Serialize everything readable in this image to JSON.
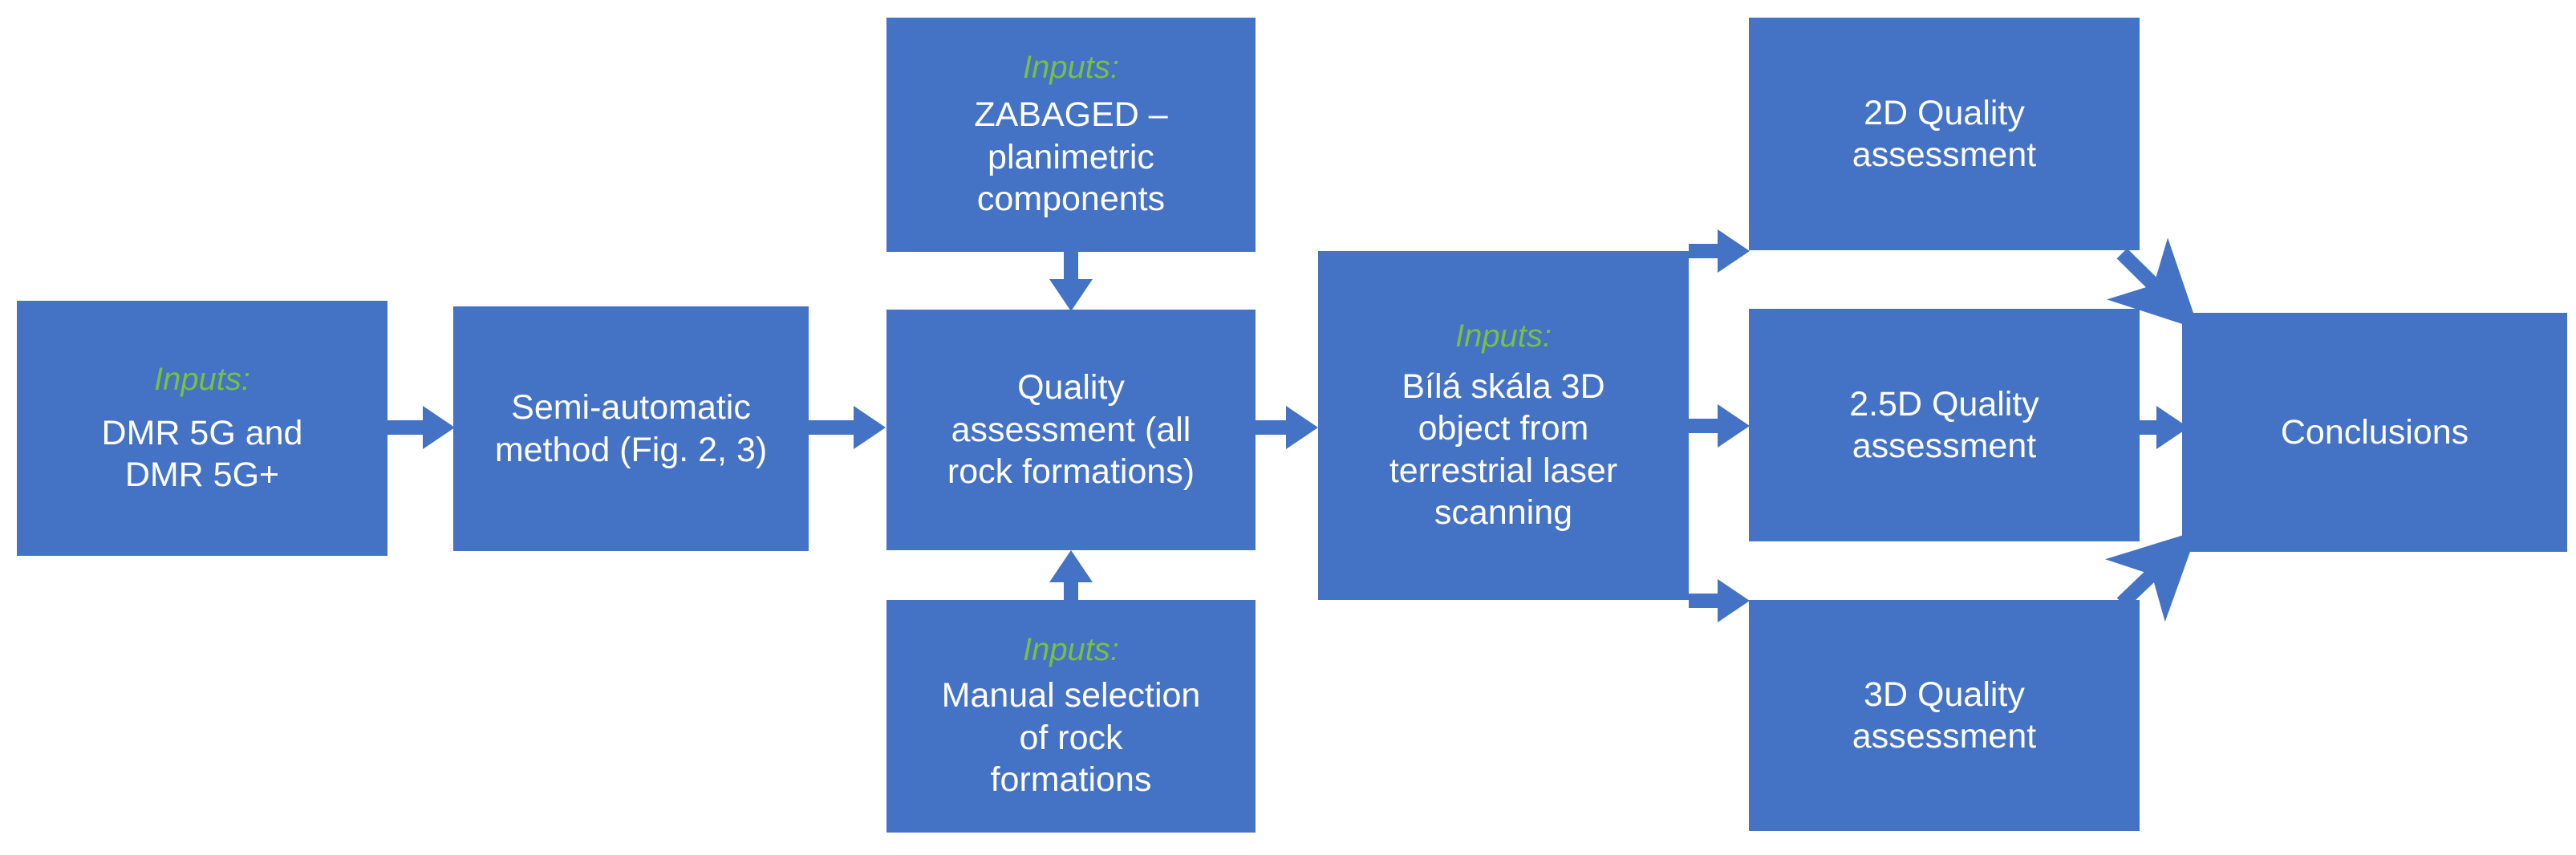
{
  "diagram": {
    "title": "Methodology workflow flowchart",
    "colors": {
      "node_fill": "#4472C4",
      "node_text": "#FFFFFF",
      "inputs_label": "#76C043",
      "arrow": "#4472C4",
      "background": "#FFFFFF"
    },
    "inputs_label": "Inputs:",
    "nodes": [
      {
        "id": "dmr",
        "inputs_label": "Inputs:",
        "text": "DMR 5G and\nDMR 5G+"
      },
      {
        "id": "semi-automatic-method",
        "inputs_label": "",
        "text": "Semi-automatic\nmethod (Fig. 2, 3)"
      },
      {
        "id": "zabaged",
        "inputs_label": "Inputs:",
        "text": "ZABAGED –\nplanimetric\ncomponents"
      },
      {
        "id": "quality-assessment-all",
        "inputs_label": "",
        "text": "Quality\nassessment (all\nrock formations)"
      },
      {
        "id": "manual-selection",
        "inputs_label": "Inputs:",
        "text": "Manual selection\nof rock\nformations"
      },
      {
        "id": "bila-skala",
        "inputs_label": "Inputs:",
        "text": "Bílá skála 3D\nobject from\nterrestrial laser\nscanning"
      },
      {
        "id": "quality-2d",
        "inputs_label": "",
        "text": "2D Quality\nassessment"
      },
      {
        "id": "quality-25d",
        "inputs_label": "",
        "text": "2.5D Quality\nassessment"
      },
      {
        "id": "quality-3d",
        "inputs_label": "",
        "text": "3D Quality\nassessment"
      },
      {
        "id": "conclusions",
        "inputs_label": "",
        "text": "Conclusions"
      }
    ],
    "edges": [
      {
        "from": "dmr",
        "to": "semi-automatic-method",
        "style": "straight-right"
      },
      {
        "from": "semi-automatic-method",
        "to": "quality-assessment-all",
        "style": "straight-right"
      },
      {
        "from": "zabaged",
        "to": "quality-assessment-all",
        "style": "straight-down"
      },
      {
        "from": "manual-selection",
        "to": "quality-assessment-all",
        "style": "straight-up"
      },
      {
        "from": "quality-assessment-all",
        "to": "bila-skala",
        "style": "straight-right"
      },
      {
        "from": "bila-skala",
        "to": "quality-2d",
        "style": "straight-right"
      },
      {
        "from": "bila-skala",
        "to": "quality-25d",
        "style": "straight-right"
      },
      {
        "from": "bila-skala",
        "to": "quality-3d",
        "style": "straight-right"
      },
      {
        "from": "quality-2d",
        "to": "conclusions",
        "style": "diagonal-down-right"
      },
      {
        "from": "quality-25d",
        "to": "conclusions",
        "style": "straight-right"
      },
      {
        "from": "quality-3d",
        "to": "conclusions",
        "style": "diagonal-up-right"
      }
    ]
  }
}
